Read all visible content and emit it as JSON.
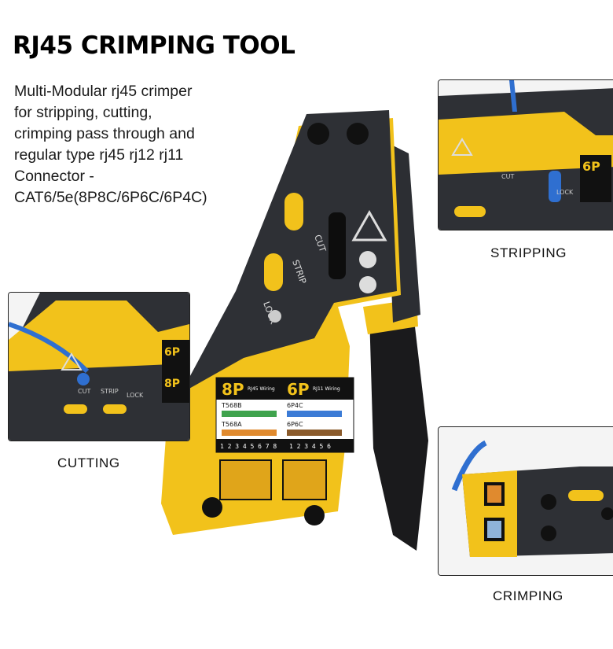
{
  "title": "RJ45 CRIMPING TOOL",
  "description": [
    "Multi-Modular rj45 crimper",
    "for stripping, cutting,",
    "crimping pass through and",
    "regular type rj45 rj12 rj11",
    "Connector -",
    "CAT6/5e(8P8C/6P6C/6P4C)"
  ],
  "captions": {
    "stripping": "STRIPPING",
    "cutting": "CUTTING",
    "crimping": "CRIMPING"
  },
  "tool_labels": {
    "cut": "CUT",
    "strip": "STRIP",
    "lock": "LOCK",
    "port_8p": "8P",
    "port_6p": "6P",
    "rj45_wiring": "RJ45 Wiring",
    "rj11_wiring": "RJ11 Wiring",
    "t568b": "T568B",
    "t568a": "T568A",
    "p6p4c": "6P4C",
    "p6p6c": "6P6C",
    "pins_8": "1 2 3 4 5 6 7 8",
    "pins_6": "1 2 3 4 5 6"
  },
  "colors": {
    "accent_yellow": "#f2c21b",
    "tool_black": "#1c1c1e",
    "steel": "#3a3d42",
    "cable_blue": "#2f6fd0"
  },
  "icons": [
    "warning-triangle-icon",
    "stripper-symbol-icon",
    "crimp-symbol-icon"
  ]
}
